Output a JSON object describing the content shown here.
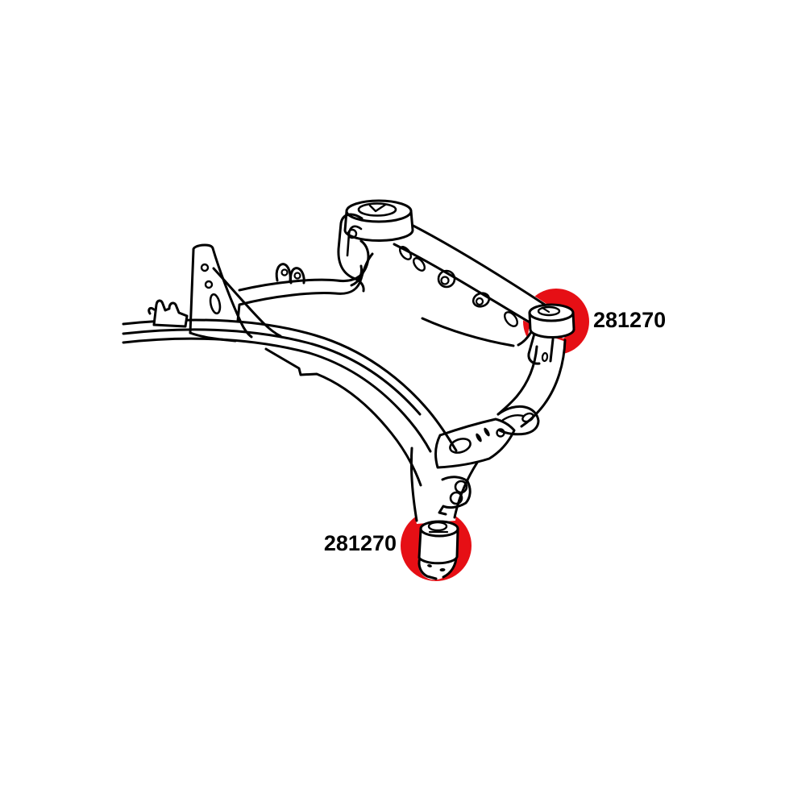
{
  "page": {
    "background": "#ffffff"
  },
  "diagram": {
    "description": "Black line illustration of a car rear axle subframe; two mounting-bushing locations are highlighted with solid red circles, each called out with the same part number.",
    "colors": {
      "line": "#000000",
      "highlight": "#e60f15",
      "fill": "#ffffff"
    },
    "callouts": [
      {
        "part_number": "281270",
        "position": "upper-right"
      },
      {
        "part_number": "281270",
        "position": "lower-center"
      }
    ]
  }
}
